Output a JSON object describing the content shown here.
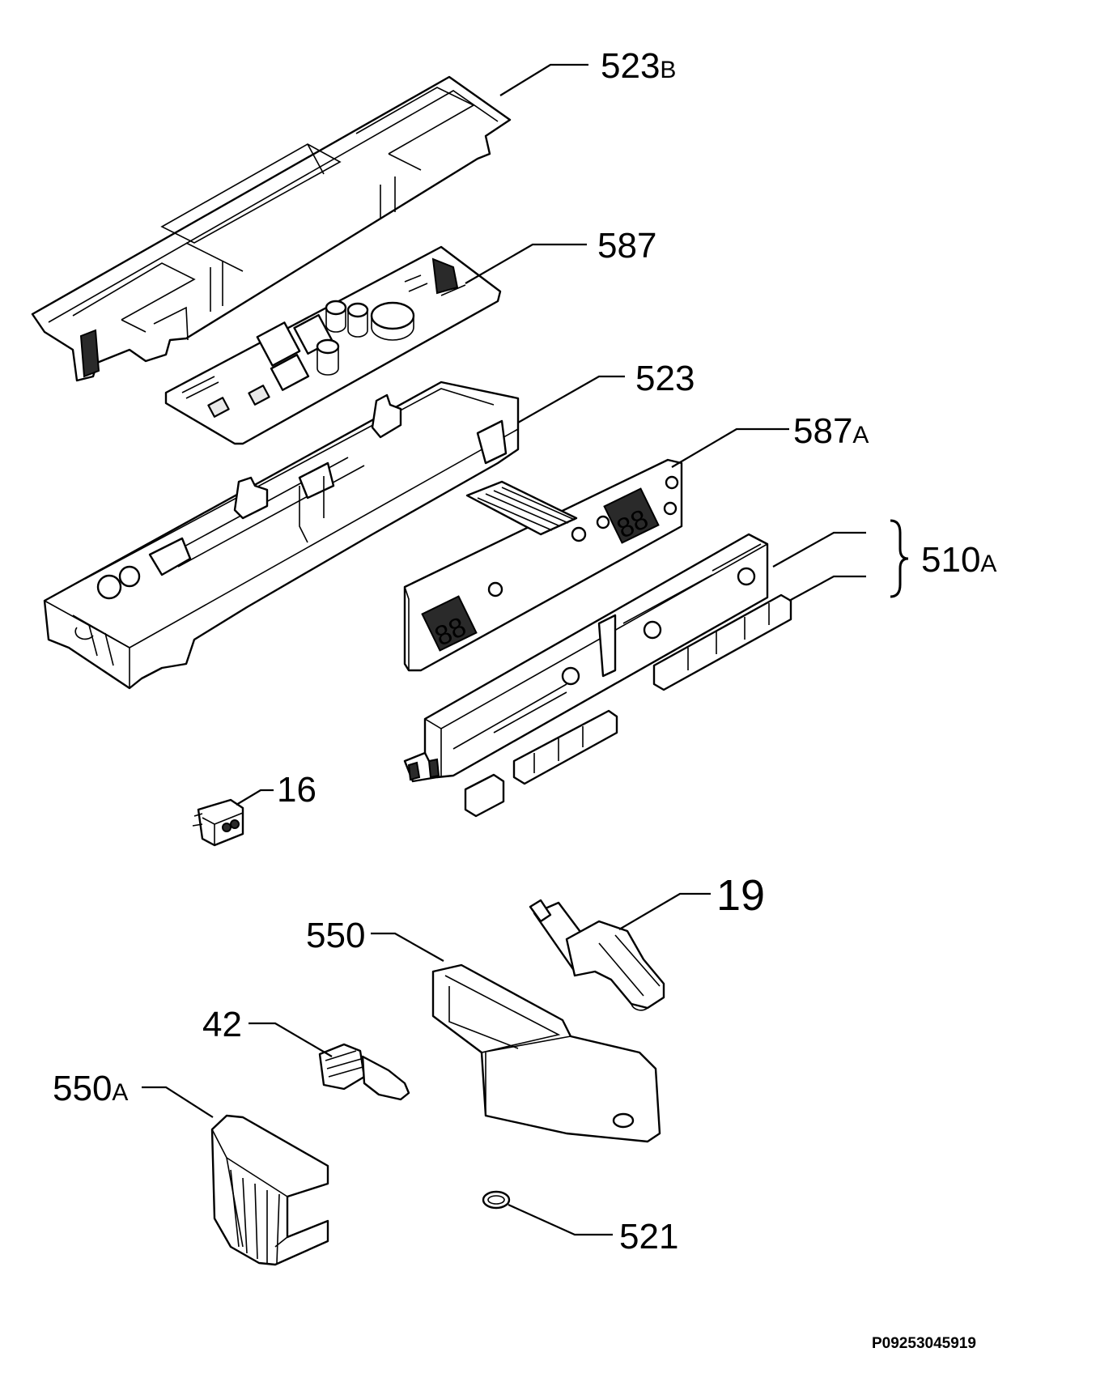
{
  "callouts": [
    {
      "id": "523b",
      "number": "523",
      "suffix": "B"
    },
    {
      "id": "587",
      "number": "587",
      "suffix": ""
    },
    {
      "id": "523",
      "number": "523",
      "suffix": ""
    },
    {
      "id": "587a",
      "number": "587",
      "suffix": "A"
    },
    {
      "id": "510a",
      "number": "510",
      "suffix": "A"
    },
    {
      "id": "16",
      "number": "16",
      "suffix": ""
    },
    {
      "id": "19",
      "number": "19",
      "suffix": ""
    },
    {
      "id": "550",
      "number": "550",
      "suffix": ""
    },
    {
      "id": "42",
      "number": "42",
      "suffix": ""
    },
    {
      "id": "550a",
      "number": "550",
      "suffix": "A"
    },
    {
      "id": "521",
      "number": "521",
      "suffix": ""
    }
  ],
  "drawing_code": "P09253045919"
}
